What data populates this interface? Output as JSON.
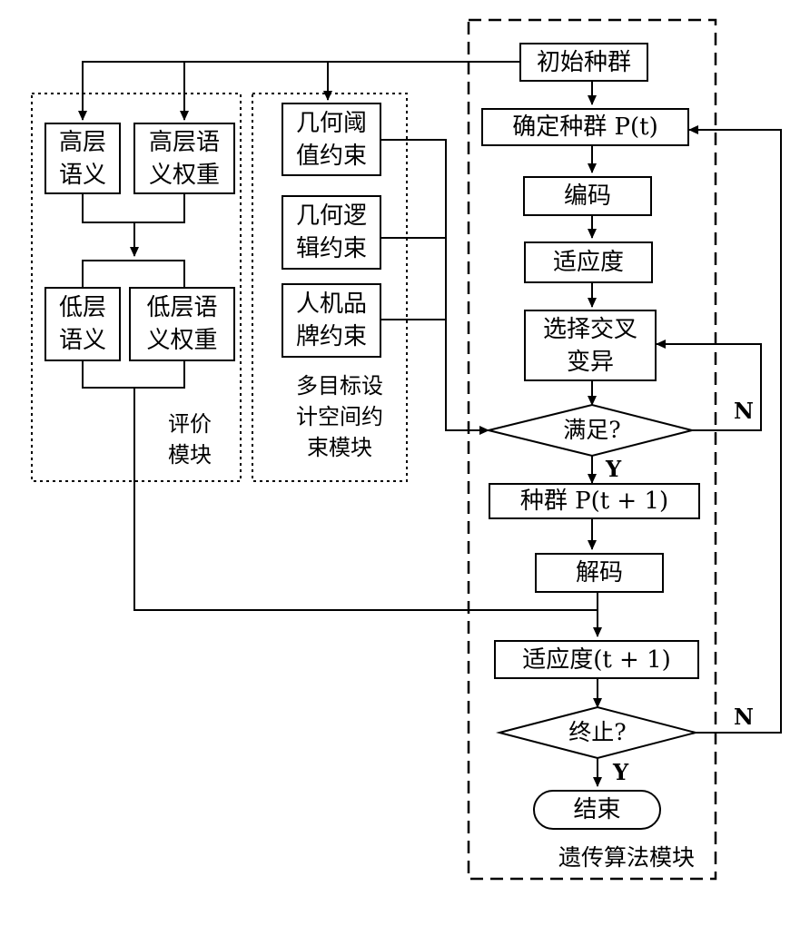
{
  "evaluation_module": {
    "label": "评价\n模块",
    "high_semantic": "高层\n语义",
    "high_semantic_weight": "高层语\n义权重",
    "low_semantic": "低层\n语义",
    "low_semantic_weight": "低层语\n义权重"
  },
  "constraint_module": {
    "label": "多目标设\n计空间约\n束模块",
    "geometric_threshold": "几何阈\n值约束",
    "geometric_logic": "几何逻\n辑约束",
    "human_machine_brand": "人机品\n牌约束"
  },
  "ga_module": {
    "label": "遗传算法模块",
    "initial_population": "初始种群",
    "determine_population": "确定种群 P(t)",
    "encode": "编码",
    "fitness": "适应度",
    "select_crossover_mutate": "选择交叉\n变异",
    "satisfied": "满足?",
    "population_next": "种群 P(t + 1)",
    "decode": "解码",
    "fitness_next": "适应度(t + 1)",
    "terminate": "终止?",
    "end": "结束",
    "yes": "Y",
    "no": "N"
  }
}
